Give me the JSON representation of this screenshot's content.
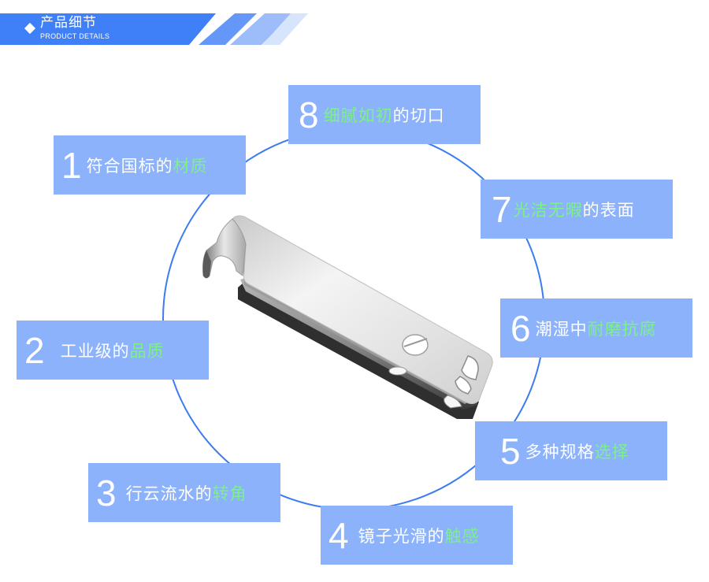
{
  "header": {
    "title_cn": "产品细节",
    "title_en": "PRODUCT DETAILS",
    "icon": "diamond-icon",
    "colors": {
      "bar": "#3f7ff7",
      "stripe1": "#6497f7",
      "stripe2": "#9cbdf9",
      "stripe3": "#d6e4fc"
    }
  },
  "colors": {
    "box": "#8cb2fb",
    "highlight": "#7cf08a",
    "ring": "#3b7cf0",
    "text": "#ffffff"
  },
  "product": {
    "name": "stainless-steel-bracket",
    "image": "metal-bracket-with-hook-and-holes"
  },
  "features": [
    {
      "num": "1",
      "parts": [
        {
          "t": "符合国标的",
          "hl": false
        },
        {
          "t": "材质",
          "hl": true
        }
      ]
    },
    {
      "num": "2",
      "parts": [
        {
          "t": "工业级的",
          "hl": false
        },
        {
          "t": "品质",
          "hl": true
        }
      ]
    },
    {
      "num": "3",
      "parts": [
        {
          "t": "行云流水的",
          "hl": false
        },
        {
          "t": "转角",
          "hl": true
        }
      ]
    },
    {
      "num": "4",
      "parts": [
        {
          "t": "镜子光滑的",
          "hl": false
        },
        {
          "t": "触感",
          "hl": true
        }
      ]
    },
    {
      "num": "5",
      "parts": [
        {
          "t": "多种规格",
          "hl": false
        },
        {
          "t": "选择",
          "hl": true
        }
      ]
    },
    {
      "num": "6",
      "parts": [
        {
          "t": "潮湿中",
          "hl": false
        },
        {
          "t": "耐磨抗腐",
          "hl": true
        }
      ]
    },
    {
      "num": "7",
      "parts": [
        {
          "t": "光洁无暇",
          "hl": true
        },
        {
          "t": "的表面",
          "hl": false
        }
      ]
    },
    {
      "num": "8",
      "parts": [
        {
          "t": "细腻如初",
          "hl": true
        },
        {
          "t": "的切口",
          "hl": false
        }
      ]
    }
  ]
}
